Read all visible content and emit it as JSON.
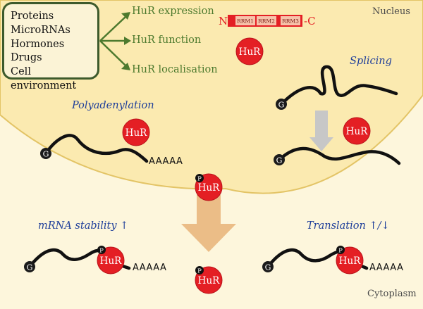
{
  "regulators": [
    "Proteins",
    "MicroRNAs",
    "Hormones",
    "Drugs",
    "Cell environment"
  ],
  "effects": [
    "HuR expression",
    "HuR function",
    "HuR localisation"
  ],
  "domain_structure": {
    "n_terminus": "N-",
    "c_terminus": "-C",
    "domains": [
      "RRM1",
      "RRM2",
      "RRM3"
    ]
  },
  "regions": {
    "nucleus": "Nucleus",
    "cytoplasm": "Cytoplasm"
  },
  "processes": {
    "splicing": "Splicing",
    "polyadenylation": "Polyadenylation",
    "stability": "mRNA stability ↑",
    "translation": "Translation ↑/↓"
  },
  "protein_label": "HuR",
  "phospho_label": "P",
  "cap_label": "G",
  "polya_tail": "AAAAA",
  "colors": {
    "nucleus_fill": "#fbeab0",
    "nucleus_border": "#e3c466",
    "cytoplasm_fill": "#fdf6dc",
    "hur_red": "#e41f24",
    "effect_green": "#4d7a2e",
    "process_blue": "#1f3f9a",
    "export_arrow": "#ebbd87",
    "splice_arrow": "#c7c7c7"
  }
}
